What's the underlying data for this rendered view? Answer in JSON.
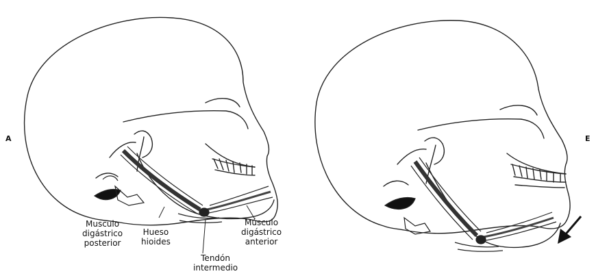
{
  "figure": {
    "panels": [
      {
        "id": "A",
        "label": "A"
      },
      {
        "id": "B",
        "label": "E"
      }
    ],
    "labels": {
      "digastrico_posterior": [
        "Musculo",
        "digástrico",
        "posterior"
      ],
      "hueso_hioides": [
        "Hueso",
        "hioides"
      ],
      "musculo_digastrico_anterior": [
        "Músculo",
        "digástrico",
        "anterior"
      ],
      "tendon_intermedio": [
        "Tendón",
        "intermedio"
      ]
    }
  }
}
